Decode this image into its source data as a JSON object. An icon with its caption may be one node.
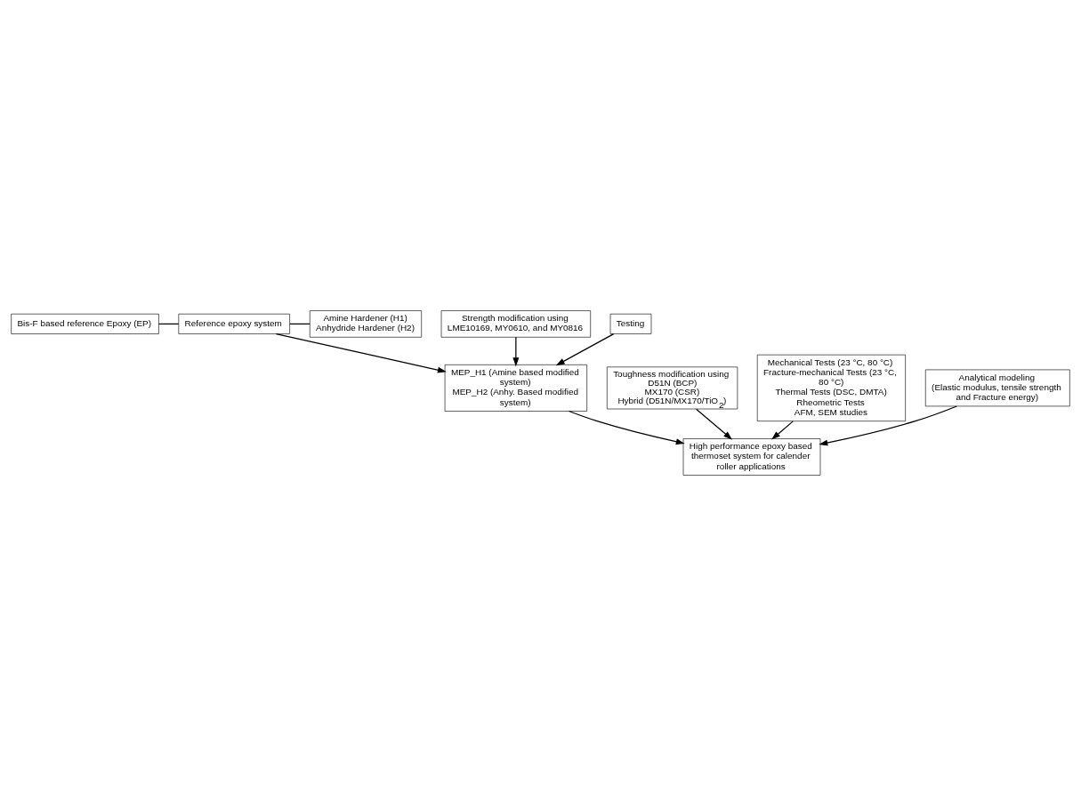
{
  "diagram": {
    "nodes": [
      {
        "text": [
          "Bis-F based reference Epoxy (EP)"
        ]
      },
      {
        "text": [
          "Reference epoxy system"
        ]
      },
      {
        "text": [
          "Amine Hardener (H1)",
          "Anhydride Hardener (H2)"
        ]
      },
      {
        "text": [
          "Strength modification using LME10169, MY0610, and MY0816"
        ]
      },
      {
        "text": [
          "Testing"
        ]
      },
      {
        "text": [
          "MEP_H1 (Amine based modified system)",
          "MEP_H2 (Anhy. Based modified system)"
        ]
      },
      {
        "text": [
          "Toughness modification using",
          "D51N (BCP)",
          "MX170 (CSR)",
          "Hybrid (D51N/MX170/TiO$_{2}$)"
        ]
      },
      {
        "text": [
          "Mechanical Tests (23 °C, 80 °C)",
          "Fracture-mechanical Tests (23 °C, 80 °C)",
          "Thermal Tests (DSC, DMTA)",
          "Rheometric Tests",
          "AFM, SEM studies"
        ]
      },
      {
        "text": [
          "Analytical modeling",
          "(Elastic modulus, tensile strength and Fracture energy)"
        ]
      },
      {
        "text": [
          "High performance epoxy based thermoset system for calender roller applications"
        ]
      }
    ],
    "edges": [
      {
        "from": 0,
        "to": 1,
        "arrow": "none"
      },
      {
        "from": 1,
        "to": 2,
        "arrow": "none"
      },
      {
        "from": 1,
        "to": 5,
        "arrow": "to"
      },
      {
        "from": 3,
        "to": 5,
        "arrow": "to"
      },
      {
        "from": 4,
        "to": 5,
        "arrow": "to"
      },
      {
        "from": 5,
        "to": 9,
        "arrow": "to"
      },
      {
        "from": 6,
        "to": 9,
        "arrow": "to"
      },
      {
        "from": 7,
        "to": 9,
        "arrow": "to"
      },
      {
        "from": 8,
        "to": 9,
        "arrow": "to"
      }
    ]
  }
}
